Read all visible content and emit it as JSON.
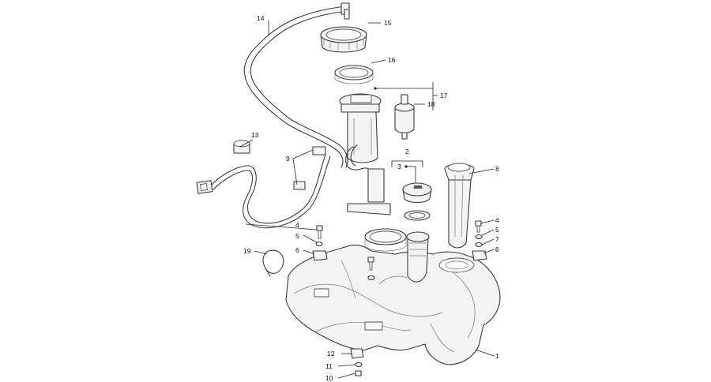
{
  "labels": {
    "p1": "1",
    "p2": "2",
    "p3": "3",
    "p4a": "4",
    "p4b": "4",
    "p5a": "5",
    "p5b": "5",
    "p6a": "6",
    "p6b": "6",
    "p7": "7",
    "p8": "8",
    "p9": "9",
    "p10": "10",
    "p11": "11",
    "p12": "12",
    "p13": "13",
    "p14": "14",
    "p15": "15",
    "p16": "16",
    "p17": "17",
    "p18": "18",
    "p19": "19"
  },
  "colors": {
    "line": "#3a3a3a",
    "fill": "#f4f4f4",
    "text": "#111111"
  }
}
